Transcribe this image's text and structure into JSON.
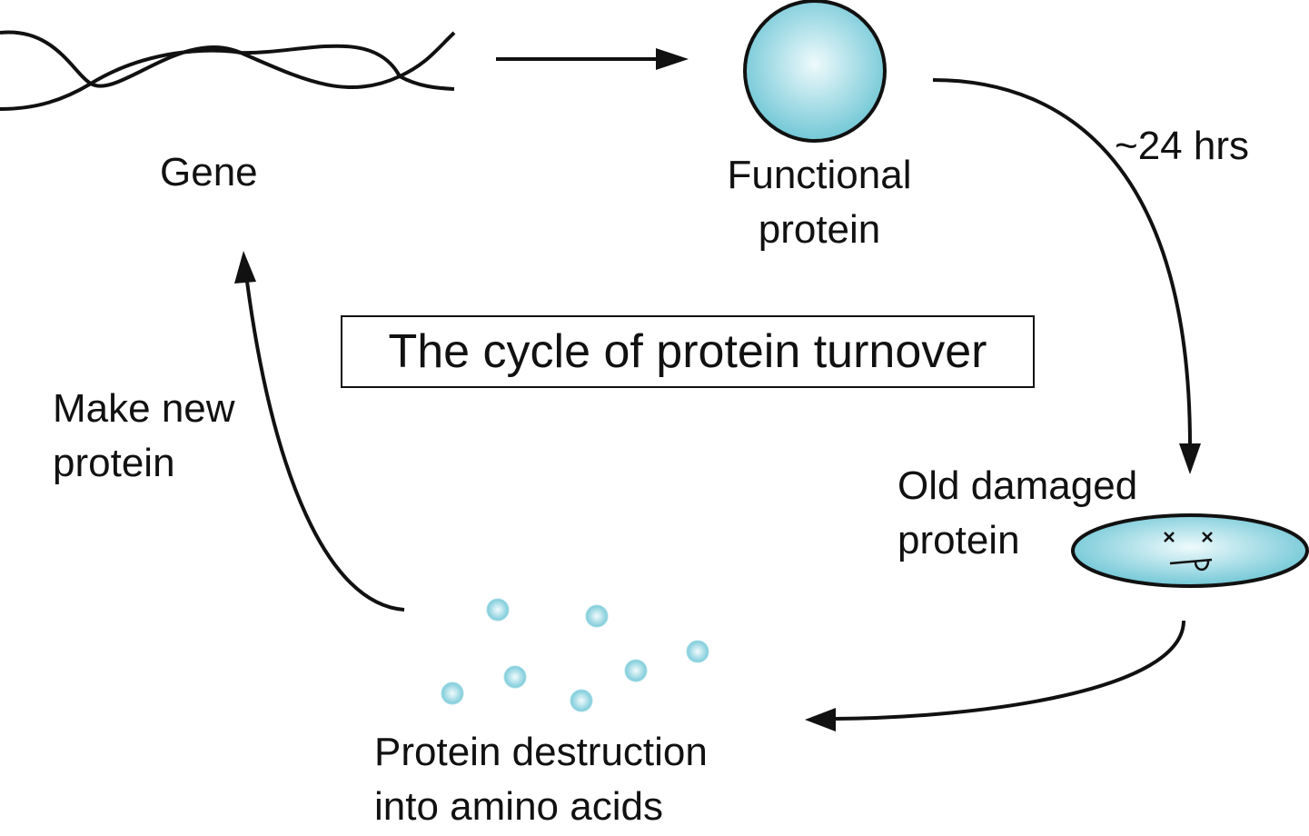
{
  "title": "The cycle of protein turnover",
  "nodes": {
    "gene": {
      "label": "Gene"
    },
    "functional": {
      "line1": "Functional",
      "line2": "protein"
    },
    "damaged": {
      "line1": "Old damaged",
      "line2": "protein"
    },
    "destruction": {
      "line1": "Protein destruction",
      "line2": "into amino acids"
    }
  },
  "edges": {
    "decay": {
      "label": "~24 hrs"
    },
    "synthesis": {
      "line1": "Make new",
      "line2": "protein"
    }
  },
  "colors": {
    "protein_fill_center": "#eefafc",
    "protein_fill_edge": "#67c3d3",
    "stroke": "#111111"
  }
}
